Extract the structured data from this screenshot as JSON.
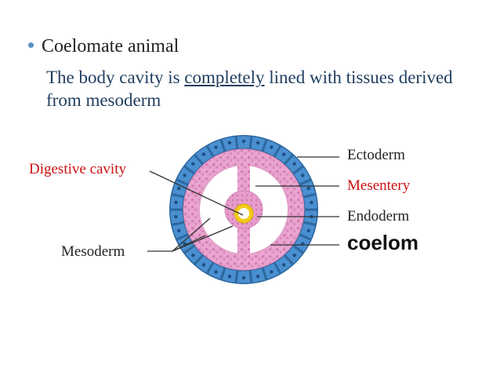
{
  "bullet": {
    "title": "Coelomate animal"
  },
  "description": {
    "part1": "The body cavity is ",
    "emphasis": "completely",
    "part2": " lined with tissues derived from mesoderm"
  },
  "labels": {
    "digestive_cavity": "Digestive cavity",
    "ectoderm": "Ectoderm",
    "mesentery": "Mesentery",
    "endoderm": "Endoderm",
    "coelom": "coelom",
    "mesoderm": "Mesoderm"
  },
  "colors": {
    "bullet": "#5b8fc4",
    "body_text": "#1f3d5e",
    "highlight_label": "#cc1111",
    "ectoderm_cells": "#4a8fd0",
    "mesoderm": "#e9a3cf",
    "gut_ring": "#f2cc1a"
  }
}
